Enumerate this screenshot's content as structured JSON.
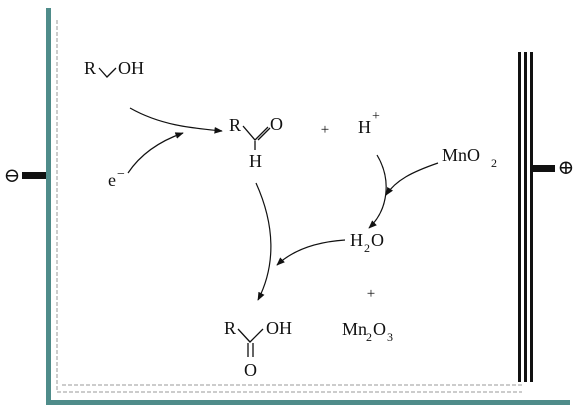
{
  "cathode_sign": "⊖",
  "anode_sign": "⊕",
  "alcohol": {
    "r": "R",
    "oh": "OH"
  },
  "electron": {
    "e": "e",
    "charge": "−"
  },
  "aldehyde": {
    "r": "R",
    "o": "O",
    "h": "H"
  },
  "plus1": "+",
  "proton": {
    "h": "H",
    "charge": "+"
  },
  "oxidant": {
    "mn": "MnO",
    "sub": "2"
  },
  "water": {
    "h": "H",
    "sub": "2",
    "o": "O"
  },
  "plus2": "+",
  "product_oxide": {
    "mn": "Mn",
    "sub1": "2",
    "o": "O",
    "sub2": "3"
  },
  "acid": {
    "r": "R",
    "oh": "OH",
    "o": "O"
  },
  "colors": {
    "cathode": "#4f8c8a",
    "anode": "#111111",
    "dashed": "#9a9a9a"
  }
}
